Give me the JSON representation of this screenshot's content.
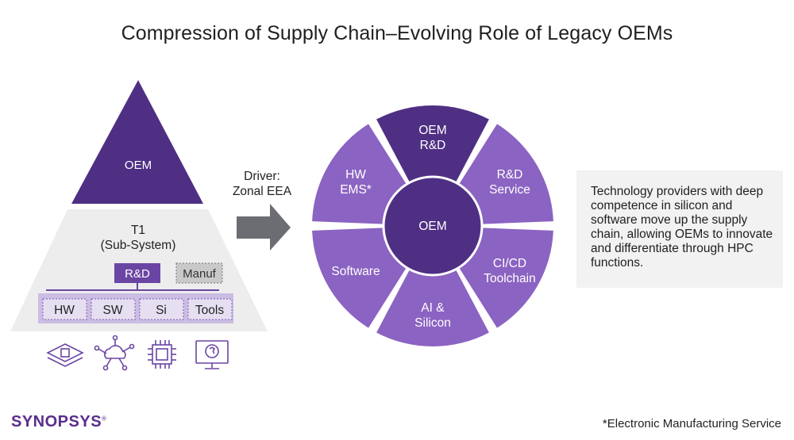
{
  "title": "Compression of Supply Chain–Evolving Role of Legacy OEMs",
  "pyramid": {
    "top_label": "OEM",
    "middle_line1": "T1",
    "middle_line2": "(Sub-System)",
    "rd_label": "R&D",
    "manuf_label": "Manuf",
    "chips": [
      "HW",
      "SW",
      "Si",
      "Tools"
    ],
    "icons": [
      "layers-chip-icon",
      "cloud-network-icon",
      "processor-chip-icon",
      "monitor-brain-icon"
    ]
  },
  "arrow": {
    "label_line1": "Driver:",
    "label_line2": "Zonal EEA"
  },
  "wheel": {
    "center_label": "OEM",
    "segments": [
      {
        "line1": "OEM",
        "line2": "R&D",
        "color": "#4f2f84"
      },
      {
        "line1": "R&D",
        "line2": "Service",
        "color": "#8b63c2"
      },
      {
        "line1": "CI/CD",
        "line2": "Toolchain",
        "color": "#8b63c2"
      },
      {
        "line1": "AI &",
        "line2": "Silicon",
        "color": "#8b63c2"
      },
      {
        "line1": "Software",
        "line2": "",
        "color": "#8b63c2"
      },
      {
        "line1": "HW",
        "line2": "EMS*",
        "color": "#8b63c2"
      }
    ]
  },
  "note_text": "Technology providers with deep competence in silicon and software move up the supply chain, allowing OEMs to innovate and differentiate through HPC functions.",
  "brand": "SYNOPSYS",
  "brand_mark": "®",
  "footnote": "*Electronic Manufacturing Service",
  "colors": {
    "dark_purple": "#4f2f84",
    "mid_purple": "#8b63c2",
    "light_purple": "#e6dff1",
    "arrow_gray": "#6b6d72",
    "pyramid_gray": "#ededed"
  }
}
